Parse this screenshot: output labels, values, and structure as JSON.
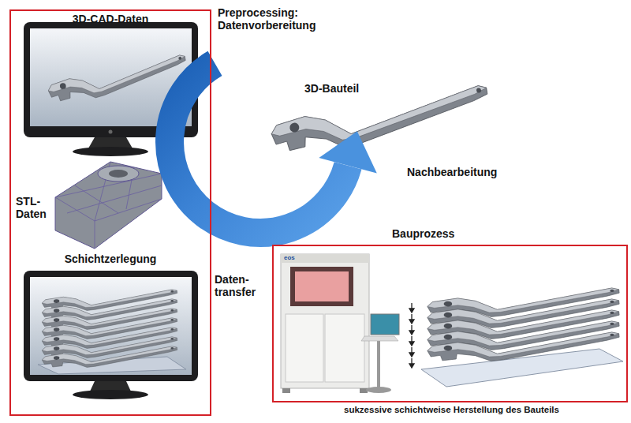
{
  "diagram": {
    "nodes": [
      {
        "text": [
          "3D-CAD-Daten",
          "STL- Daten",
          "Schichtzerlegung"
        ]
      },
      {
        "text": [
          "Bauprozess",
          "sukzessive schichtweise Herstellung des Bauteils"
        ]
      }
    ],
    "labels": [
      "Preprocessing: Datenvorbereitung",
      "3D-Bauteil",
      "Nachbearbeitung",
      "Daten- transfer",
      "eos"
    ]
  }
}
